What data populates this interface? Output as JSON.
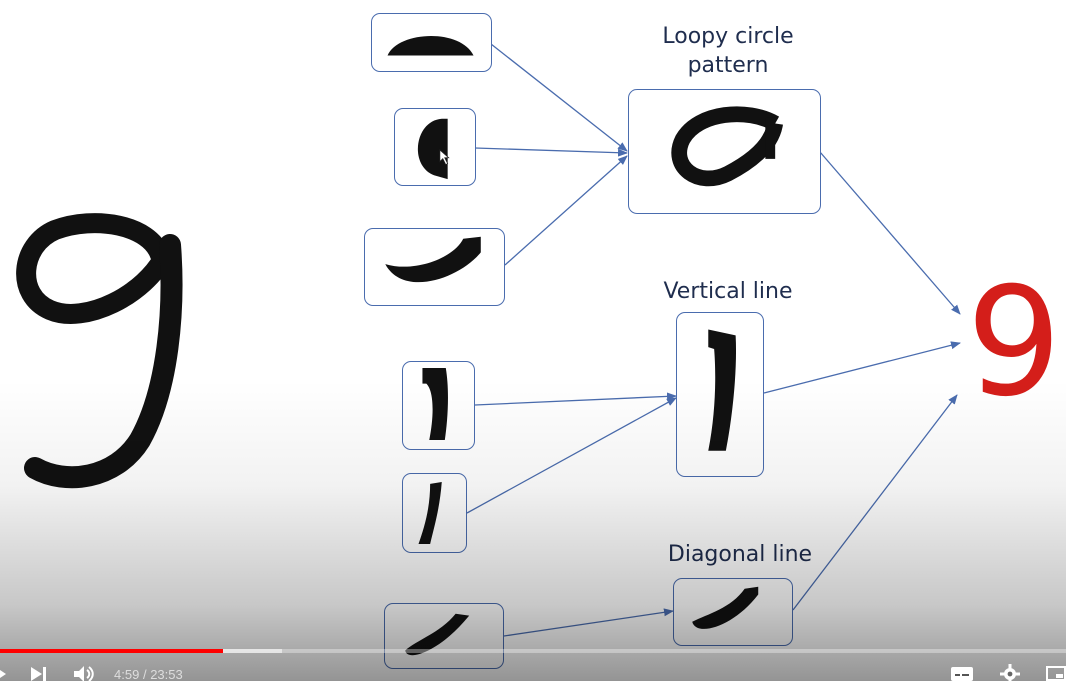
{
  "slide": {
    "labels": {
      "loopy_line1": "Loopy circle",
      "loopy_line2": "pattern",
      "vertical": "Vertical line",
      "diagonal": "Diagonal line"
    },
    "result_digit": "9"
  },
  "player": {
    "current_time": "4:59",
    "separator": "/",
    "duration": "23:53",
    "played_fraction": 0.2089,
    "buffered_fraction": 0.265
  },
  "colors": {
    "box_border": "#4a6cae",
    "arrow": "#4a6cae",
    "label_text": "#1f2d4e",
    "result_digit": "#d41e1a",
    "progress_played": "#ff0000"
  },
  "icons": [
    "next-icon",
    "volume-icon",
    "subtitles-icon",
    "gear-icon",
    "miniplayer-icon",
    "cursor-icon"
  ]
}
